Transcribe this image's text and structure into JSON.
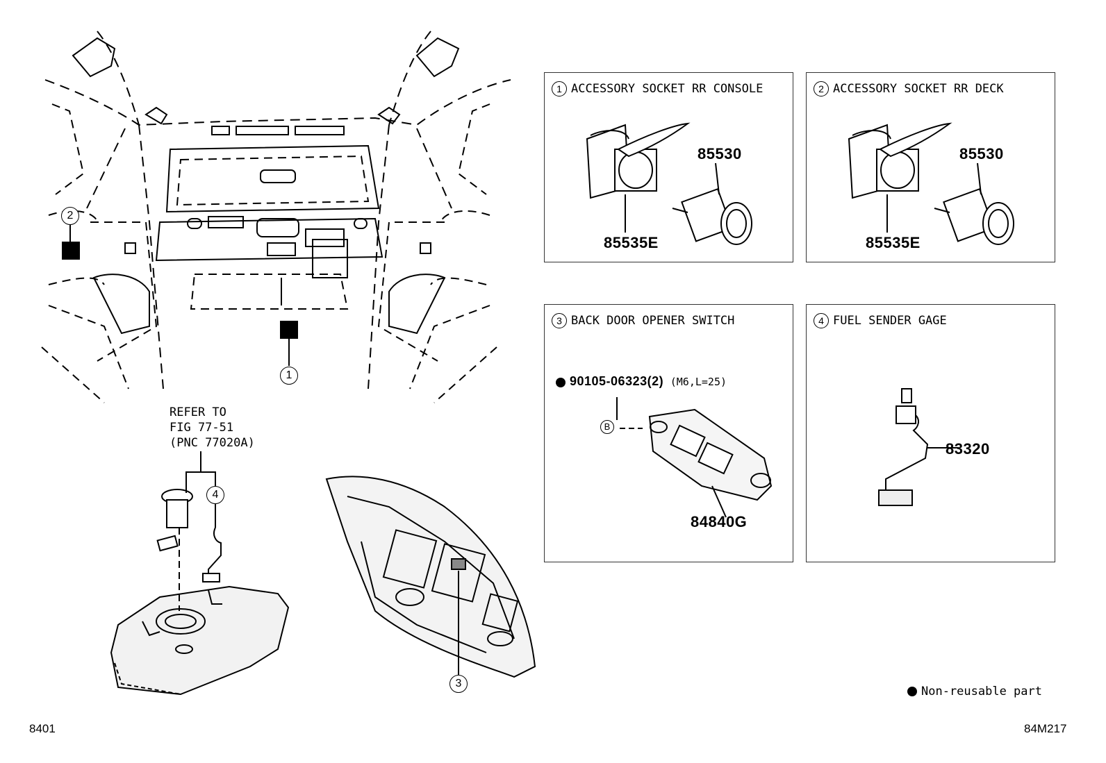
{
  "refer_note": {
    "line1": "REFER TO",
    "line2": "FIG 77-51",
    "line3": "(PNC 77020A)"
  },
  "callouts": {
    "c1": "1",
    "c2": "2",
    "c3": "3",
    "c4": "4"
  },
  "panels": [
    {
      "num": "1",
      "title": "ACCESSORY SOCKET RR CONSOLE",
      "part_top": "85530",
      "part_bottom": "85535E"
    },
    {
      "num": "2",
      "title": "ACCESSORY SOCKET RR DECK",
      "part_top": "85530",
      "part_bottom": "85535E"
    },
    {
      "num": "3",
      "title": "BACK DOOR OPENER SWITCH",
      "bolt": "90105-06323(2)",
      "bolt_spec": "(M6,L=25)",
      "bolt_ref": "B",
      "part": "84840G"
    },
    {
      "num": "4",
      "title": "FUEL SENDER GAGE",
      "part": "83320"
    }
  ],
  "legend": {
    "text": "Non-reusable part"
  },
  "footer": {
    "left_code": "8401",
    "right_code": "84M217"
  }
}
